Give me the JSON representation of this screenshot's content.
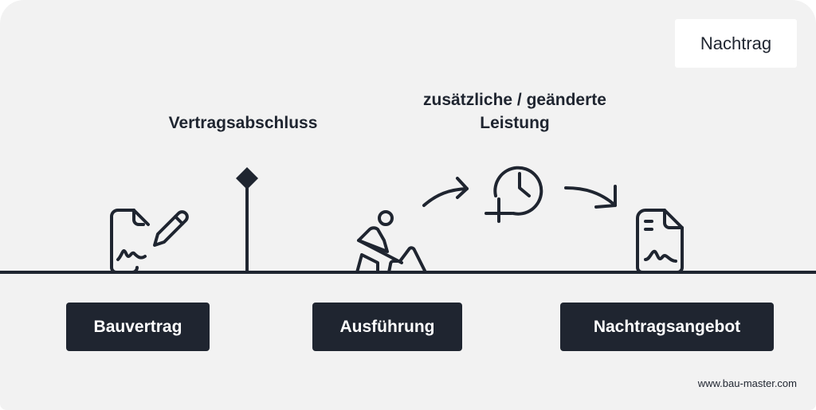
{
  "tag": {
    "label": "Nachtrag"
  },
  "labels": {
    "milestone": "Vertragsabschluss",
    "change_line1": "zusätzliche / geänderte",
    "change_line2": "Leistung"
  },
  "stages": [
    {
      "label": "Bauvertrag",
      "icon": "signed-contract-icon"
    },
    {
      "label": "Ausführung",
      "icon": "construction-worker-icon"
    },
    {
      "label": "Nachtragsangebot",
      "icon": "signed-document-icon"
    }
  ],
  "change_icon": "clock-plus-icon",
  "footer": {
    "url": "www.bau-master.com"
  },
  "colors": {
    "dark": "#1f2530",
    "background": "#f2f2f2",
    "white": "#ffffff"
  }
}
